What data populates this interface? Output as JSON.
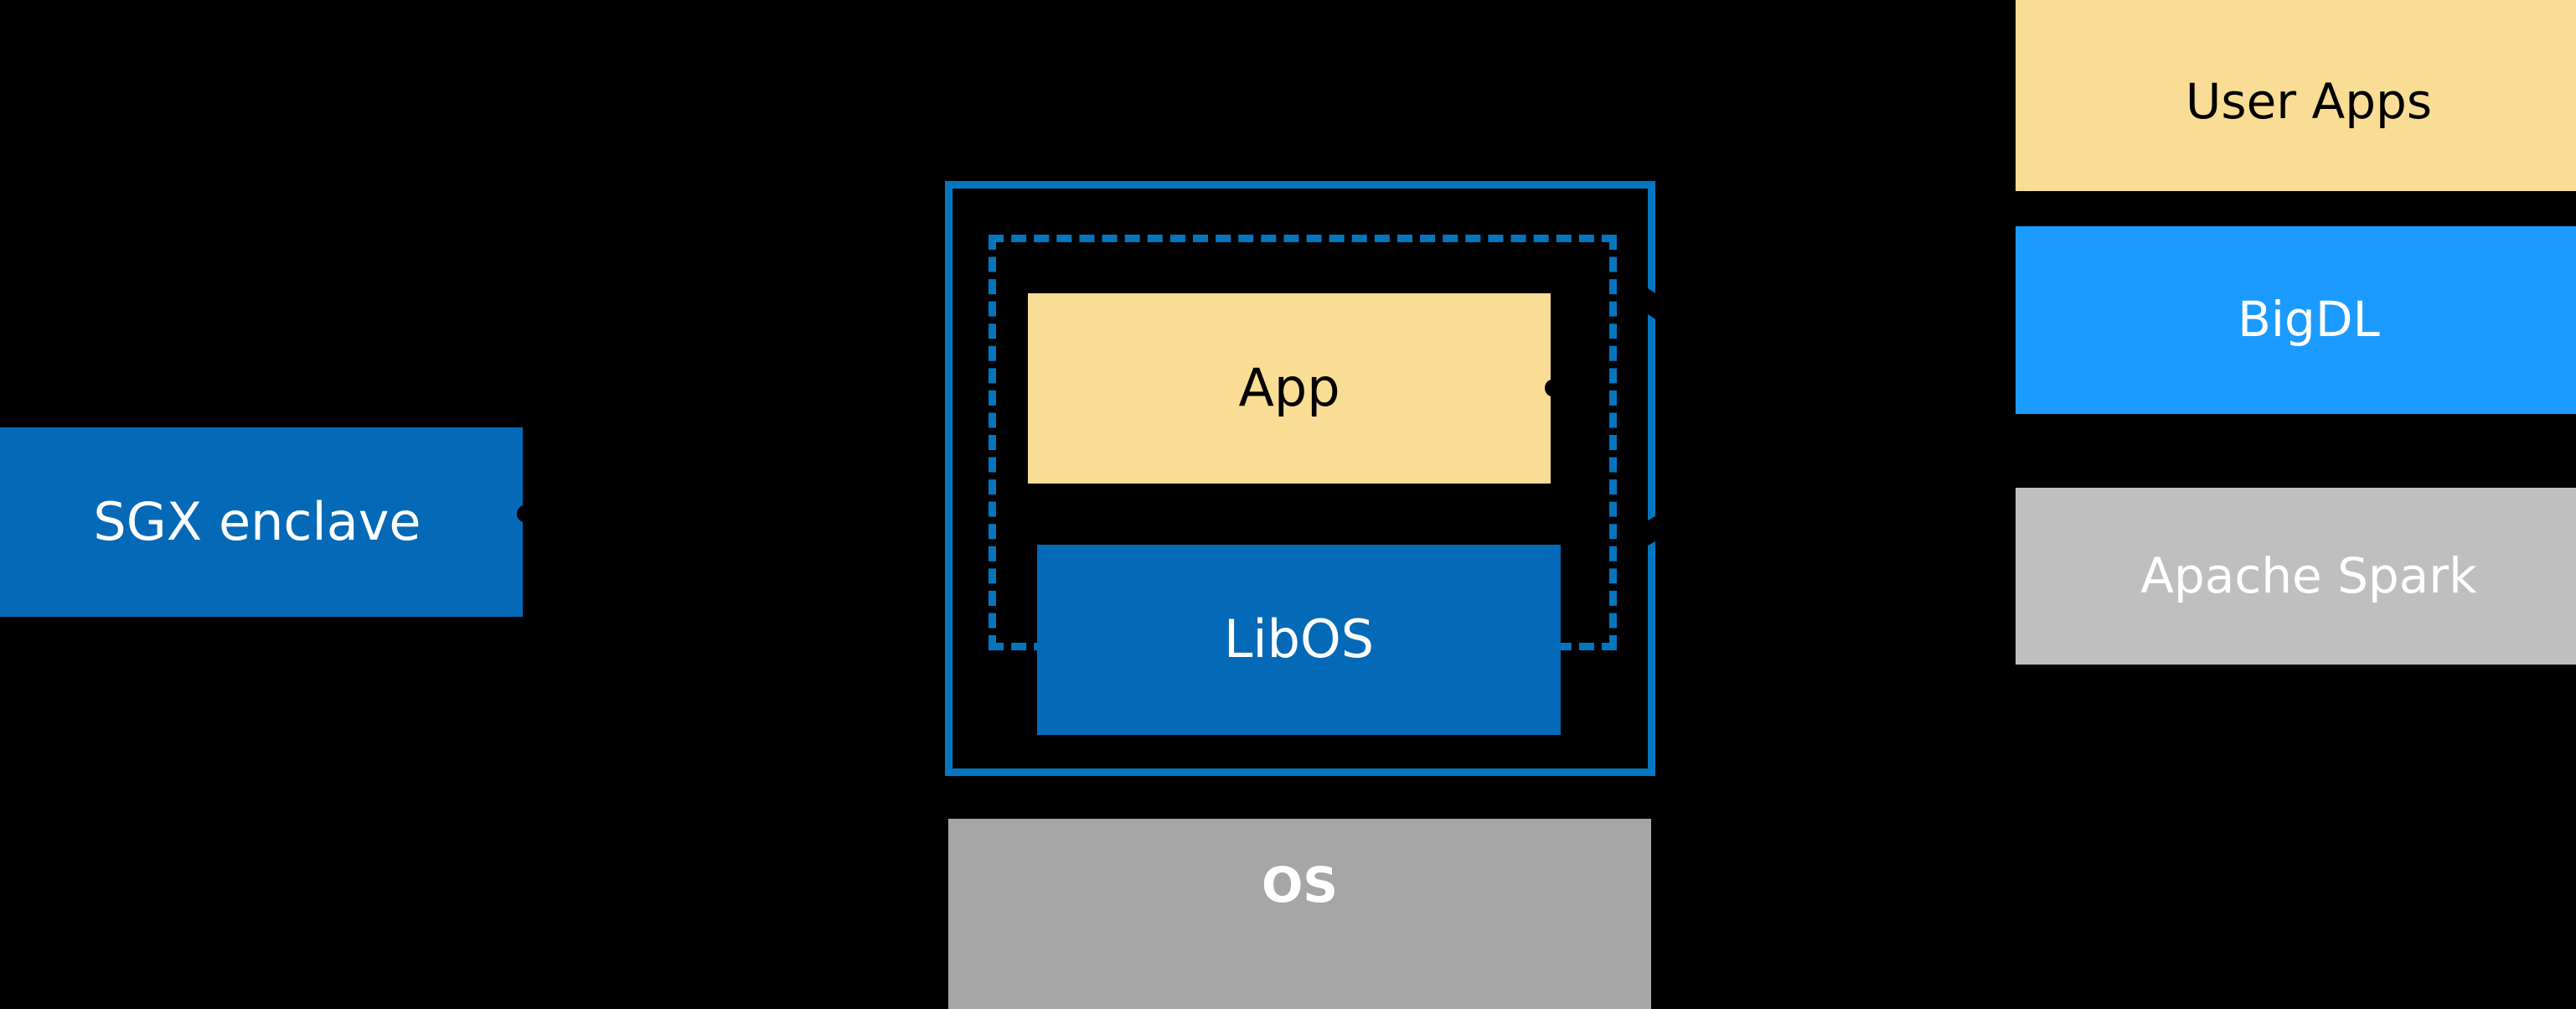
{
  "diagram": {
    "background_color": "#000000",
    "palette": {
      "enclave_blue": "#0469b7",
      "outline_blue": "#0476c0",
      "app_cream": "#f9dd94",
      "bigdl_blue": "#1b9bff",
      "os_gray": "#a6a6a6",
      "spark_gray": "#bfbfbf",
      "text_white": "#ffffff",
      "text_black": "#000000"
    },
    "left": {
      "sgx_enclave_label": "SGX enclave",
      "arrow_notch_name": "left-arrowhead-icon"
    },
    "center": {
      "enclave_outline_name": "enclave-solid-boundary",
      "enclave_dashed_outline_name": "enclave-dashed-boundary",
      "app_label": "App",
      "libos_label": "LibOS",
      "os_label": "OS",
      "app_arrow_notch_name": "app-left-arrowhead-icon"
    },
    "right": {
      "stack": [
        {
          "label": "User Apps",
          "color": "#f9dd94",
          "text_color": "#000000"
        },
        {
          "label": "BigDL",
          "color": "#1b9bff",
          "text_color": "#ffffff"
        },
        {
          "label": "Apache Spark",
          "color": "#bfbfbf",
          "text_color": "#ffffff"
        }
      ]
    },
    "connectors": [
      {
        "name": "connector-top-fragment"
      },
      {
        "name": "connector-bottom-fragment"
      }
    ]
  }
}
